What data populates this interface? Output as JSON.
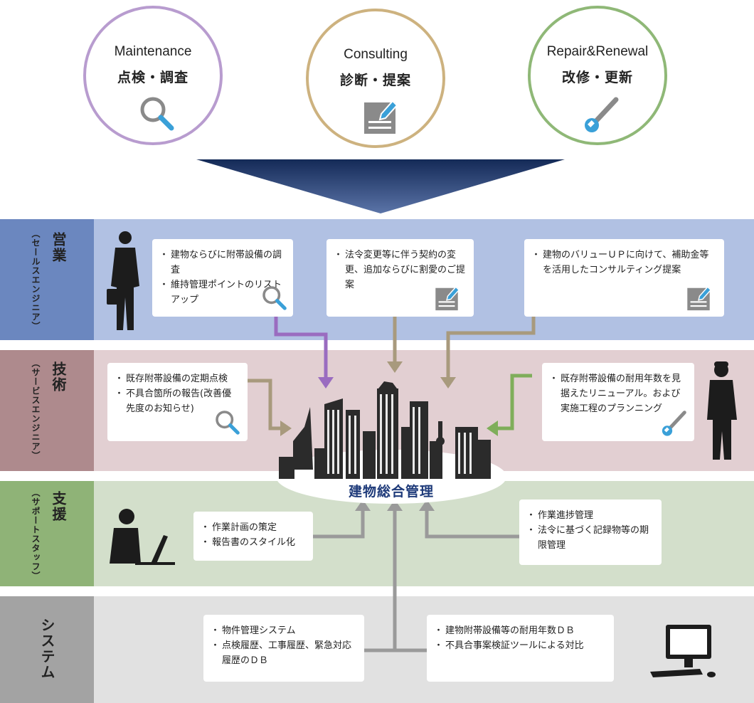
{
  "services": [
    {
      "title": "Maintenance",
      "subtitle": "点検・調査",
      "icon": "search-icon",
      "color": "#b89ccf"
    },
    {
      "title": "Consulting",
      "subtitle": "診断・提案",
      "icon": "document-edit-icon",
      "color": "#cdb27f"
    },
    {
      "title": "Repair&Renewal",
      "subtitle": "改修・更新",
      "icon": "wrench-icon",
      "color": "#8fb877"
    }
  ],
  "bands": {
    "sales": {
      "label": "営業",
      "sublabel": "（セールスエンジニア）",
      "color_label": "#6b87bf",
      "color_body": "#b1c1e3",
      "boxes": [
        {
          "items": [
            "建物ならびに附帯設備の調査",
            "維持管理ポイントのリストアップ"
          ],
          "icon": "search-icon"
        },
        {
          "items": [
            "法令変更等に伴う契約の変更、追加ならびに割愛のご提案"
          ],
          "icon": "document-edit-icon"
        },
        {
          "items": [
            "建物のバリューＵＰに向けて、補助金等を活用したコンサルティング提案"
          ],
          "icon": "document-edit-icon"
        }
      ]
    },
    "service": {
      "label": "技術",
      "sublabel": "（サービスエンジニア）",
      "color_label": "#ae8a8d",
      "color_body": "#e2cfd2",
      "boxes": [
        {
          "items": [
            "既存附帯設備の定期点検",
            "不具合箇所の報告(改善優先度のお知らせ)"
          ],
          "icon": "search-icon"
        },
        {
          "items": [
            "既存附帯設備の耐用年数を見据えたリニューアル。および実施工程のプランニング"
          ],
          "icon": "wrench-icon"
        }
      ]
    },
    "support": {
      "label": "支援",
      "sublabel": "（サポートスタッフ）",
      "color_label": "#8fb377",
      "color_body": "#d3dfcb",
      "boxes": [
        {
          "items": [
            "作業計画の策定",
            "報告書のスタイル化"
          ]
        },
        {
          "items": [
            "作業進捗管理",
            "法令に基づく記録物等の期限管理"
          ]
        }
      ]
    },
    "system": {
      "label": "システム",
      "color_label": "#a3a3a3",
      "color_body": "#e1e1e1",
      "boxes": [
        {
          "items": [
            "物件管理システム",
            "点検履歴、工事履歴、緊急対応履歴のＤＢ"
          ]
        },
        {
          "items": [
            "建物附帯設備等の耐用年数ＤＢ",
            "不具合事案検証ツールによる対比"
          ]
        }
      ]
    }
  },
  "center": {
    "label": "建物総合管理"
  },
  "colors": {
    "arrow_purple": "#9a6cc0",
    "arrow_tan": "#a89a7d",
    "arrow_green": "#7fae5a",
    "arrow_gray": "#9a9a9a",
    "funnel": "#1f3b6e"
  }
}
